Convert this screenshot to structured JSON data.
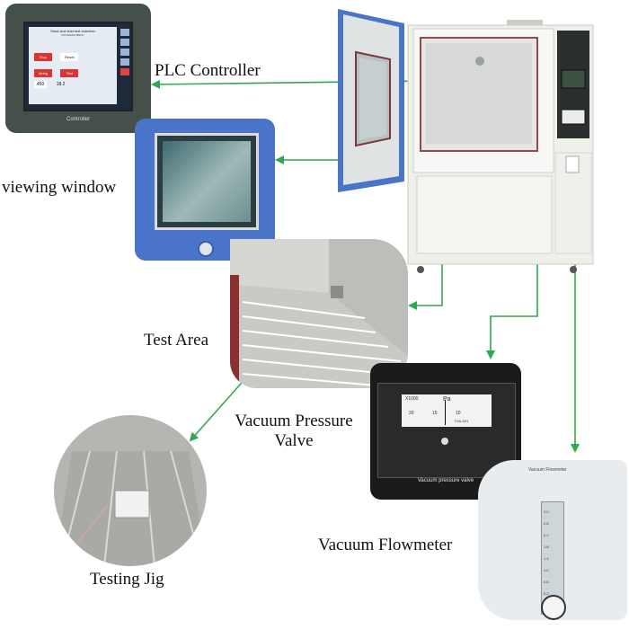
{
  "labels": {
    "plc_controller": "PLC Controller",
    "viewing_window": "viewing window",
    "test_area": "Test Area",
    "vacuum_pressure_valve_line1": "Vacuum Pressure",
    "vacuum_pressure_valve_line2": "Valve",
    "testing_jig": "Testing Jig",
    "vacuum_flowmeter": "Vacuum Flowmeter"
  },
  "controller_screen": {
    "title": "Sand and dust test chamber",
    "subtitle": "PROGRAM MENU",
    "buttons": [
      "Stop",
      "Reset",
      "Airing",
      "Test"
    ],
    "value_left": "450",
    "value_right": "18.2",
    "brand_strip": "Controller"
  },
  "gauge": {
    "unit_left": "X1000",
    "unit": "Pa",
    "ticks": [
      "20",
      "15",
      "10"
    ],
    "model": "TGA-501",
    "caption": "Vacuum pressure valve"
  },
  "flowmeter": {
    "caption": "Vacuum Flowmeter",
    "scale": [
      "3.0",
      "2.6",
      "2.2",
      "1.8",
      "1.4",
      "1.0",
      "0.6",
      "0.2"
    ]
  },
  "colors": {
    "arrow": "#2fa84f",
    "chamber_body": "#f2f4ee",
    "door_blue": "#4a74c8",
    "door_frame": "#6d3b3b",
    "controller_bezel": "#45504a",
    "gauge_bg": "#1b1b1b"
  }
}
